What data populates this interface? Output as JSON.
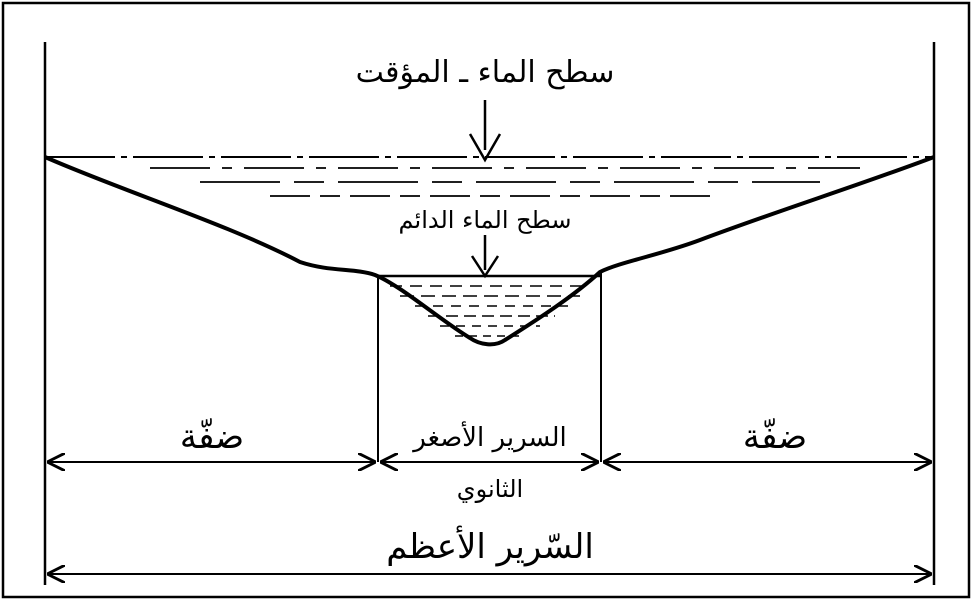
{
  "labels": {
    "temporary_water_surface": "سطح الماء ـ المؤقت",
    "permanent_water_surface": "سطح الماء الدائم",
    "left_bank": "ضفّة",
    "right_bank": "ضفّة",
    "minor_bed_line1": "السرير الأصغر",
    "minor_bed_line2": "الثانوي",
    "major_bed": "السّرير الأعظم"
  },
  "colors": {
    "ink": "#000000",
    "background": "#ffffff"
  }
}
